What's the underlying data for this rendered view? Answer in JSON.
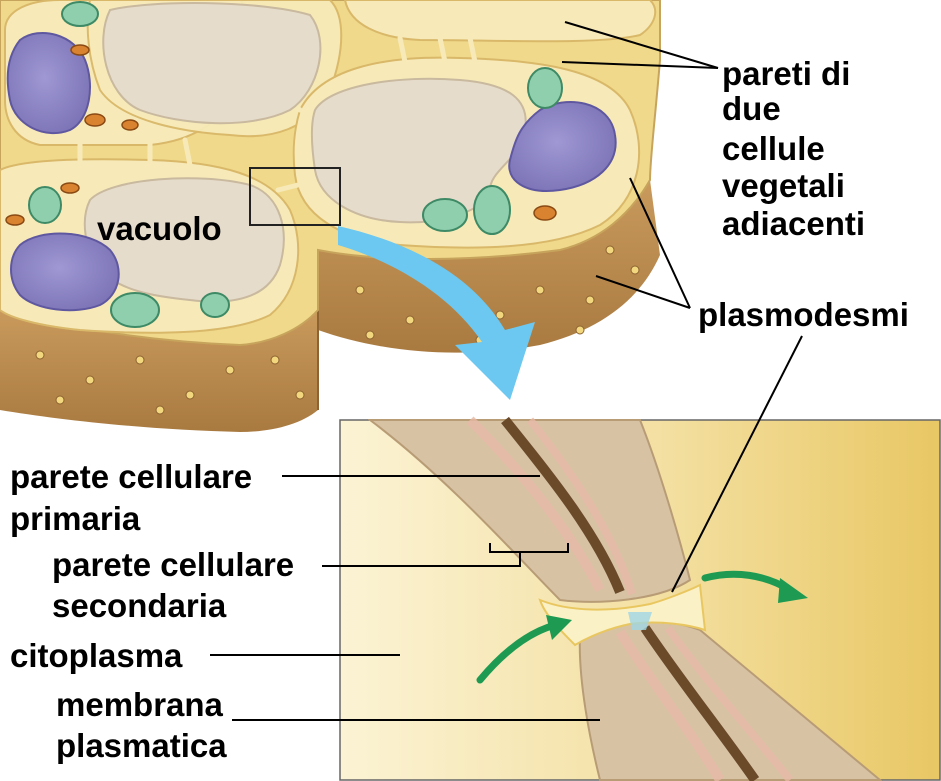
{
  "labels": {
    "walls_line1": "pareti di",
    "walls_line2": "due",
    "walls_line3": "cellule",
    "walls_line4": "vegetali",
    "walls_line5": "adiacenti",
    "plasmodesmata": "plasmodesmi",
    "vacuole": "vacuolo",
    "primary_wall_line1": "parete cellulare",
    "primary_wall_line2": "primaria",
    "secondary_wall_line1": "parete cellulare",
    "secondary_wall_line2": "secondaria",
    "cytoplasm": "citoplasma",
    "membrane_line1": "membrana",
    "membrane_line2": "plasmatica"
  },
  "colors": {
    "cell_wall": "#f0d98a",
    "cell_wall_side": "#b98a4e",
    "vacuole": "#e6dccb",
    "nucleus": "#8e86c4",
    "chloroplast": "#8fcfae",
    "mitochondrion": "#d9822f",
    "zoom_arrow": "#6cc8f0",
    "flow_arrow": "#1e9a52",
    "inset_background": "#f4e3a4",
    "inset_wall": "#d7c2a4",
    "label_text": "#000000"
  }
}
